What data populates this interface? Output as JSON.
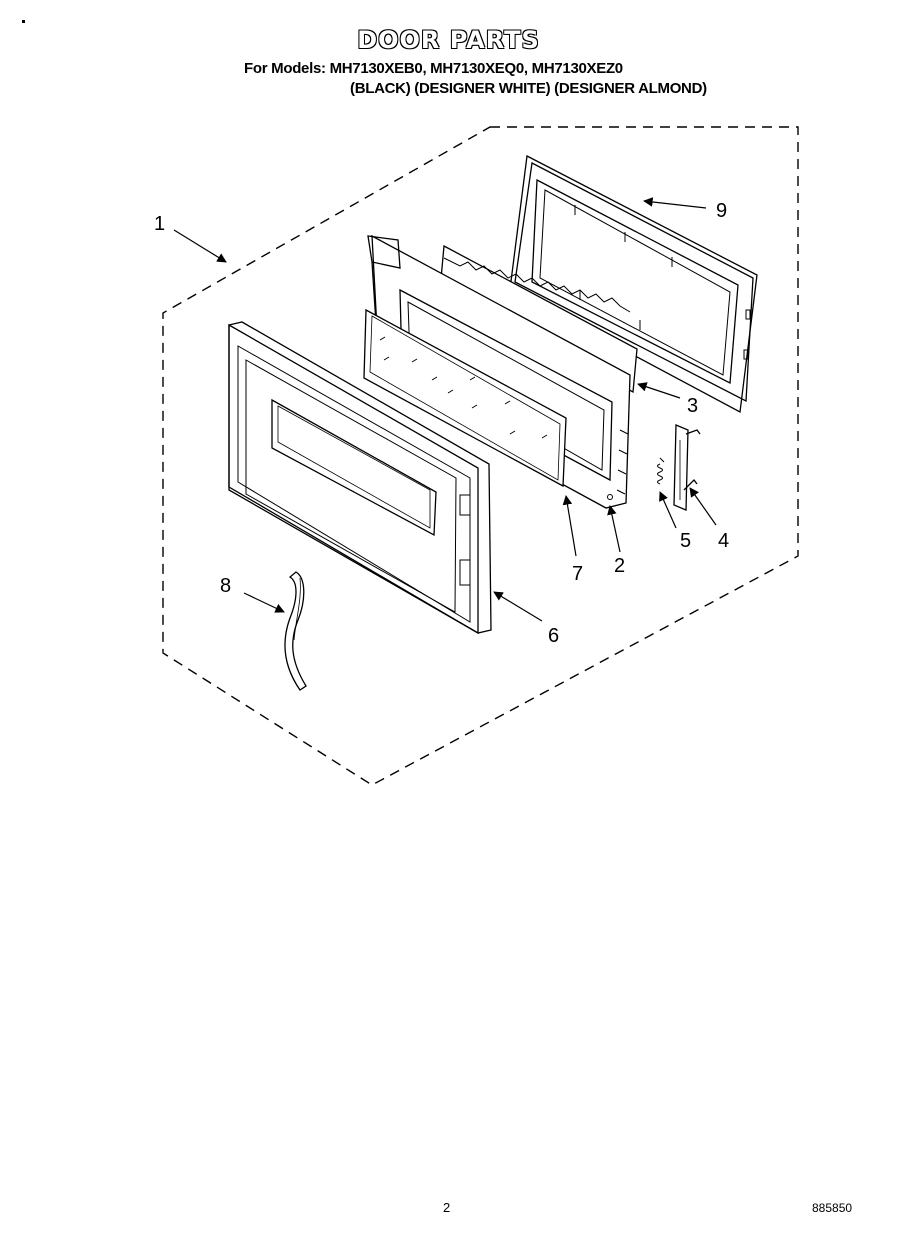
{
  "header": {
    "title": "DOOR PARTS",
    "models_line": "For Models: MH7130XEB0, MH7130XEQ0, MH7130XEZ0",
    "colors_line": "(BLACK) (DESIGNER WHITE) (DESIGNER ALMOND)"
  },
  "callouts": {
    "c1": "1",
    "c2": "2",
    "c3": "3",
    "c4": "4",
    "c5": "5",
    "c6": "6",
    "c7": "7",
    "c8": "8",
    "c9": "9"
  },
  "footer": {
    "page_number": "2",
    "document_number": "885850"
  },
  "colors": {
    "line": "#000000",
    "background": "#ffffff"
  }
}
